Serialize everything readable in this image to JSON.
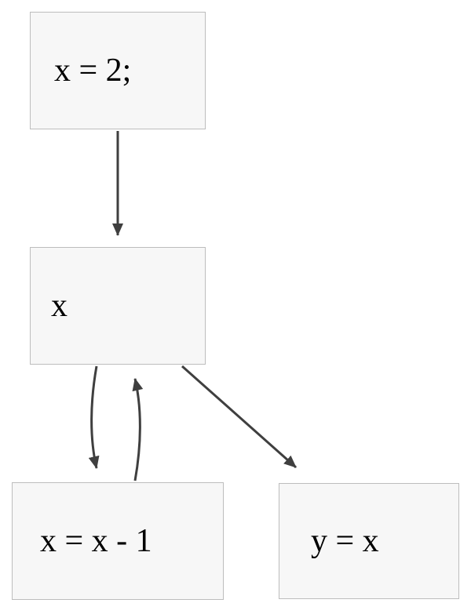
{
  "diagram": {
    "type": "control-flow-graph",
    "nodes": [
      {
        "id": "n1",
        "label": "x = 2;"
      },
      {
        "id": "n2",
        "label": "x"
      },
      {
        "id": "n3",
        "label": "x = x - 1"
      },
      {
        "id": "n4",
        "label": "y = x"
      }
    ],
    "edges": [
      {
        "from": "x = 2;",
        "to": "x"
      },
      {
        "from": "x",
        "to": "x = x - 1"
      },
      {
        "from": "x = x - 1",
        "to": "x"
      },
      {
        "from": "x",
        "to": "y = x"
      }
    ],
    "colors": {
      "node_fill": "#f7f7f7",
      "node_border": "#bdbdbd",
      "edge": "#3f3f3f",
      "text": "#000000"
    }
  }
}
